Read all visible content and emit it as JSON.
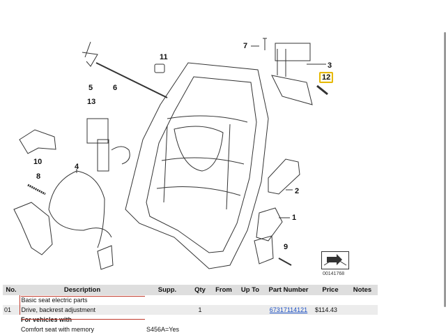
{
  "diagram": {
    "callouts": [
      {
        "id": "c1",
        "label": "1"
      },
      {
        "id": "c2",
        "label": "2"
      },
      {
        "id": "c3",
        "label": "3"
      },
      {
        "id": "c4",
        "label": "4"
      },
      {
        "id": "c5",
        "label": "5"
      },
      {
        "id": "c6",
        "label": "6"
      },
      {
        "id": "c7",
        "label": "7"
      },
      {
        "id": "c8",
        "label": "8"
      },
      {
        "id": "c9",
        "label": "9"
      },
      {
        "id": "c10",
        "label": "10"
      },
      {
        "id": "c11",
        "label": "11"
      },
      {
        "id": "c12",
        "label": "12"
      },
      {
        "id": "c13",
        "label": "13"
      }
    ],
    "highlighted": "12",
    "reference_id": "00141768"
  },
  "table": {
    "headers": [
      "No.",
      "Description",
      "Supp.",
      "Qty",
      "From",
      "Up To",
      "Part Number",
      "Price",
      "Notes"
    ],
    "rows": [
      {
        "no": "",
        "desc": "Basic seat electric parts",
        "supp": "",
        "qty": "",
        "from": "",
        "upto": "",
        "part": "",
        "price": "",
        "notes": ""
      },
      {
        "no": "01",
        "desc": "Drive, backrest adjustment",
        "supp": "",
        "qty": "1",
        "from": "",
        "upto": "",
        "part": "67317114121",
        "price": "$114.43",
        "notes": ""
      },
      {
        "no": "",
        "desc": "For vehicles with",
        "supp": "",
        "qty": "",
        "from": "",
        "upto": "",
        "part": "",
        "price": "",
        "notes": ""
      },
      {
        "no": "",
        "desc": "Comfort seat with memory",
        "supp": "S456A=Yes",
        "qty": "",
        "from": "",
        "upto": "",
        "part": "",
        "price": "",
        "notes": ""
      }
    ]
  },
  "colors": {
    "highlight": "#e6b800",
    "link": "#1a4fc4",
    "header_bg": "#dedede",
    "row_shade": "#ececec",
    "accent_line": "#c0392b"
  }
}
